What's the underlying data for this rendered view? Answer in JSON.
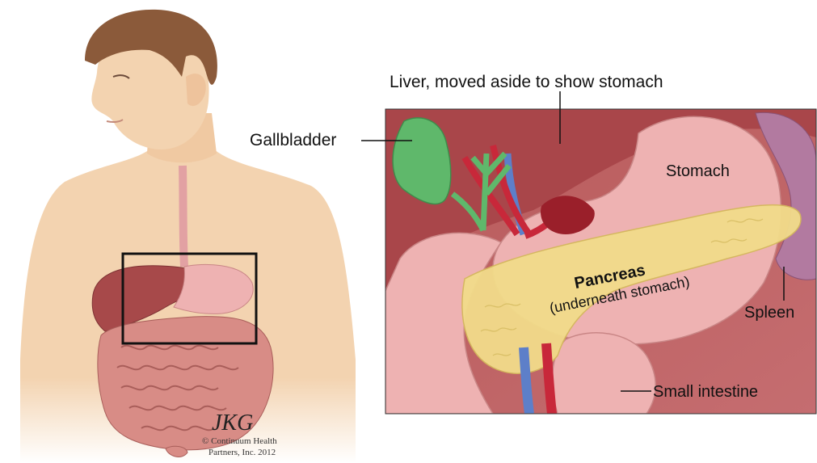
{
  "labels": {
    "liver": "Liver, moved aside to show stomach",
    "gallbladder": "Gallbladder",
    "stomach": "Stomach",
    "pancreas": "Pancreas",
    "pancreas_note": "(underneath stomach)",
    "spleen": "Spleen",
    "small_intestine": "Small intestine"
  },
  "credit": {
    "signature": "JKG",
    "line1": "© Continuum Health",
    "line2": "Partners, Inc. 2012"
  },
  "colors": {
    "skin": "#f3d3b0",
    "liver": "#a7494a",
    "stomach": "#eeb2b2",
    "pancreas": "#f2dc8a",
    "gallbladder": "#5fb86b",
    "spleen": "#b27aa0",
    "intestine": "#d88c86"
  }
}
